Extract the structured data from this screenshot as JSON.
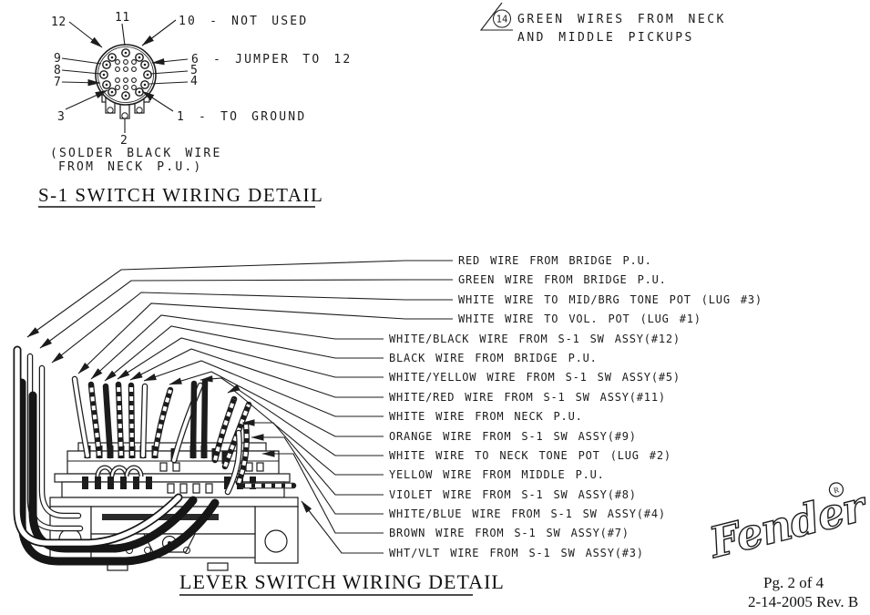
{
  "s1": {
    "title": "S-1 SWITCH WIRING DETAIL",
    "pins": {
      "p12": "12",
      "p11": "11",
      "p10": "10 - NOT USED",
      "p9": "9",
      "p8": "8",
      "p7": "7",
      "p6": "6 - JUMPER TO 12",
      "p5": "5",
      "p4": "4",
      "p3": "3",
      "p2": "2",
      "p1": "1 - TO GROUND"
    },
    "note1": "(SOLDER BLACK WIRE",
    "note2": "FROM NECK P.U.)"
  },
  "flag": {
    "num": "14",
    "line1": "GREEN WIRES FROM NECK",
    "line2": "AND MIDDLE PICKUPS"
  },
  "lever": {
    "title": "LEVER SWITCH WIRING DETAIL",
    "labels": [
      "RED WIRE FROM BRIDGE P.U.",
      "GREEN WIRE FROM BRIDGE P.U.",
      "WHITE WIRE TO MID/BRG TONE POT (LUG #3)",
      "WHITE WIRE TO VOL. POT (LUG #1)",
      "WHITE/BLACK WIRE FROM S-1 SW ASSY(#12)",
      "BLACK WIRE FROM BRIDGE P.U.",
      "WHITE/YELLOW WIRE FROM S-1 SW ASSY(#5)",
      "WHITE/RED WIRE FROM S-1 SW ASSY(#11)",
      "WHITE WIRE FROM NECK P.U.",
      "ORANGE WIRE FROM S-1 SW ASSY(#9)",
      "WHITE WIRE TO NECK TONE POT (LUG #2)",
      "YELLOW WIRE FROM MIDDLE P.U.",
      "VIOLET WIRE FROM S-1 SW ASSY(#8)",
      "WHITE/BLUE WIRE FROM S-1 SW ASSY(#4)",
      "BROWN WIRE FROM S-1 SW ASSY(#7)",
      "WHT/VLT WIRE FROM S-1 SW ASSY(#3)"
    ]
  },
  "footer": {
    "brand": "Fender",
    "reg": "®",
    "page": "Pg. 2 of 4",
    "rev": "2-14-2005  Rev. B"
  },
  "colors": {
    "line": "#1c1c1c",
    "background": "#ffffff"
  }
}
